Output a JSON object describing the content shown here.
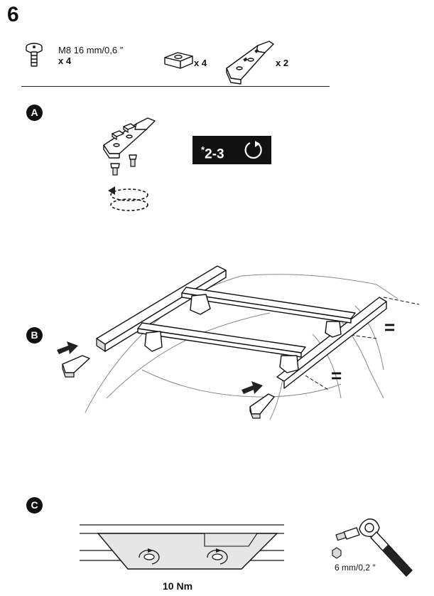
{
  "step": {
    "number": "6"
  },
  "parts": {
    "bolt": {
      "spec": "M8 16 mm/0,6 ″",
      "qty": "x 4",
      "icon": "bolt-icon"
    },
    "washer": {
      "qty": "x 4",
      "icon": "square-washer-icon"
    },
    "bracket": {
      "qty": "x 2",
      "icon": "bracket-icon"
    }
  },
  "substeps": {
    "a": {
      "label": "A",
      "turns_prefix": "*",
      "turns": "2-3",
      "icon": "rotate-clockwise-icon"
    },
    "b": {
      "label": "B",
      "equal_top": "=",
      "equal_bottom": "="
    },
    "c": {
      "label": "C",
      "torque": "10 Nm",
      "hex_size": "6 mm/0,2 ″",
      "icon": "hex-key-icon"
    }
  },
  "colors": {
    "ink": "#111111",
    "badge_bg": "#111111",
    "badge_text": "#ffffff"
  }
}
